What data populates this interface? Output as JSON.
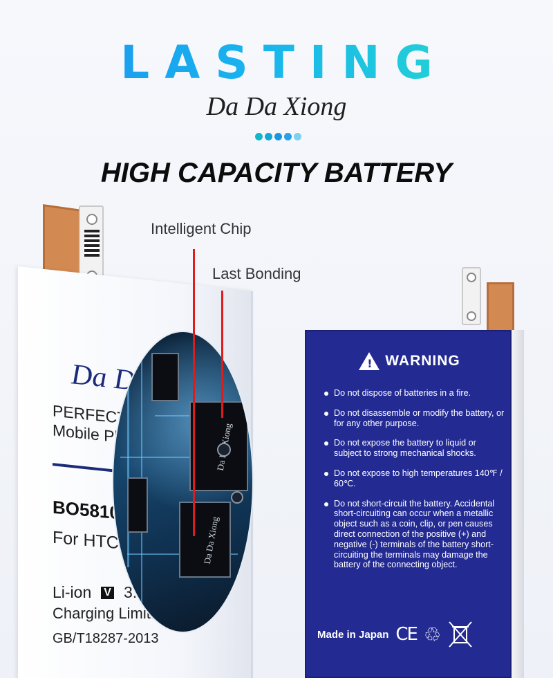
{
  "brand": {
    "title": "LASTING",
    "subtitle": "Da Da Xiong"
  },
  "dots_colors": [
    "#12b6c9",
    "#15a7d4",
    "#1798de",
    "#2aa1e4",
    "#7fd0ee"
  ],
  "headline": "HIGH CAPACITY BATTERY",
  "callouts": {
    "chip": "Intelligent Chip",
    "bonding": "Last Bonding"
  },
  "left_label": {
    "logo": "Da D",
    "perfect_line1": "PERFECT",
    "perfect_line2": "Mobile Pl",
    "model": "BO5810",
    "for": "For HTC C",
    "liion": "Li-ion",
    "v_badge": "V",
    "voltage_partial": "3.",
    "charging": "Charging Limit:",
    "standard": "GB/T18287-2013"
  },
  "circuit": {
    "chip_text_1": "Da Da Xiong",
    "chip_text_2": "Da Da Xiong"
  },
  "warning": {
    "title": "WARNING",
    "items": [
      "Do not dispose of batteries in a fire.",
      "Do not disassemble or modify the battery, or for any other purpose.",
      "Do not expose the battery to liquid or subject to strong mechanical shocks.",
      "Do not expose to high temperatures 140℉ / 60℃.",
      "Do not short-circuit the battery. Accidental short-circuiting can occur when a metallic object such as a coin, clip, or pen causes direct connection of the positive (+) and negative (-) terminals of the battery short-circuiting the terminals may damage the battery of the connecting object."
    ],
    "made_in": "Made in Japan",
    "ce_mark": "CE",
    "recycle_symbol": "♲"
  },
  "colors": {
    "brand_gradient_start": "#1b8ff0",
    "brand_gradient_end": "#27e0c9",
    "warning_bg": "#232b93",
    "callout_line": "#e01b1b"
  }
}
